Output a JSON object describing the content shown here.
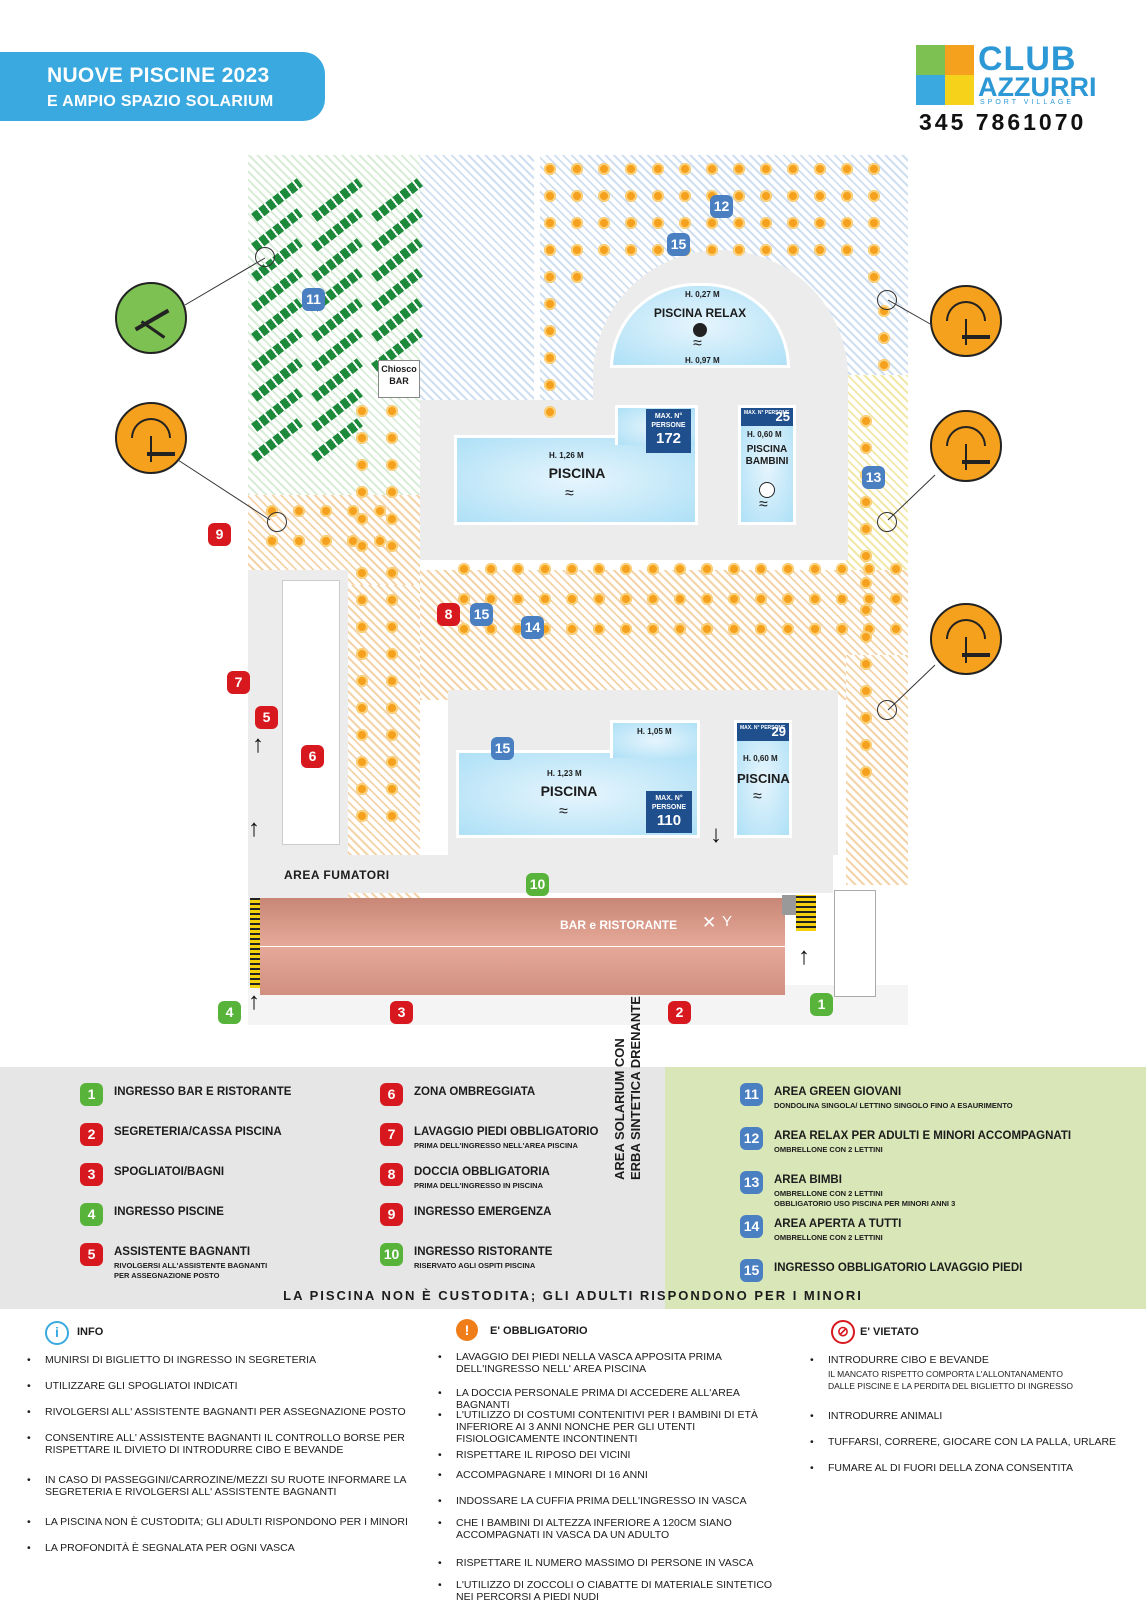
{
  "header": {
    "banner_line1": "NUOVE PISCINE 2023",
    "banner_line2": "E AMPIO SPAZIO SOLARIUM",
    "logo_club": "CLUB",
    "logo_azzurri": "AZZURRI",
    "logo_tagline": "SPORT VILLAGE",
    "phone": "345 7861070"
  },
  "colors": {
    "banner": "#3aa9df",
    "badge_red": "#d7191f",
    "badge_green": "#58b33a",
    "badge_blue": "#4a7fc1",
    "umbrella": "#f5a11d",
    "pool_water": "#aee0f6",
    "restaurant": "#e0a090"
  },
  "map": {
    "chiosco_label_1": "Chiosco",
    "chiosco_label_2": "BAR",
    "pool_relax": {
      "title": "PISCINA RELAX",
      "depth_top": "H. 0,27 M",
      "depth_bottom": "H. 0,97 M"
    },
    "pool_big": {
      "title": "PISCINA",
      "depth": "H. 1,26 M",
      "max_label": "MAX. N° PERSONE",
      "max": "172"
    },
    "pool_kids": {
      "title": "PISCINA BAMBINI",
      "depth": "H. 0,60 M",
      "max_label": "MAX. N° PERSONE",
      "max": "25"
    },
    "pool_lower": {
      "title": "PISCINA",
      "depth1": "H. 1,23 M",
      "depth2": "H. 1,05 M",
      "max_label": "MAX. N° PERSONE",
      "max": "110"
    },
    "pool_small": {
      "title": "PISCINA",
      "depth": "H. 0,60 M",
      "max_label": "MAX. N° PERSONE",
      "max": "29"
    },
    "area_fumatori": "AREA FUMATORI",
    "bar_ristorante": "BAR e RISTORANTE",
    "icons": [
      "deckchair-icon",
      "umbrella-lounger-icon",
      "fork-knife-icon",
      "wine-glass-icon",
      "wave-icon"
    ]
  },
  "legend": {
    "vertical_title_1": "AREA SOLARIUM CON",
    "vertical_title_2": "ERBA SINTETICA DRENANTE",
    "items": [
      {
        "num": "1",
        "title": "INGRESSO BAR E RISTORANTE",
        "sub": ""
      },
      {
        "num": "2",
        "title": "SEGRETERIA/CASSA PISCINA",
        "sub": ""
      },
      {
        "num": "3",
        "title": "SPOGLIATOI/BAGNI",
        "sub": ""
      },
      {
        "num": "4",
        "title": "INGRESSO PISCINE",
        "sub": ""
      },
      {
        "num": "5",
        "title": "ASSISTENTE BAGNANTI",
        "sub": "RIVOLGERSI ALL'ASSISTENTE BAGNANTI",
        "sub2": "PER ASSEGNAZIONE POSTO"
      },
      {
        "num": "6",
        "title": "ZONA OMBREGGIATA",
        "sub": ""
      },
      {
        "num": "7",
        "title": "LAVAGGIO PIEDI OBBLIGATORIO",
        "sub": "PRIMA DELL'INGRESSO NELL'AREA PISCINA"
      },
      {
        "num": "8",
        "title": "DOCCIA OBBLIGATORIA",
        "sub": "PRIMA DELL'INGRESSO IN PISCINA"
      },
      {
        "num": "9",
        "title": "INGRESSO EMERGENZA",
        "sub": ""
      },
      {
        "num": "10",
        "title": "INGRESSO RISTORANTE",
        "sub": "RISERVATO AGLI OSPITI PISCINA"
      },
      {
        "num": "11",
        "title": "AREA GREEN GIOVANI",
        "sub": "DONDOLINA SINGOLA/ LETTINO SINGOLO FINO A ESAURIMENTO"
      },
      {
        "num": "12",
        "title": "AREA RELAX PER ADULTI E MINORI ACCOMPAGNATI",
        "sub": "OMBRELLONE CON 2 LETTINI"
      },
      {
        "num": "13",
        "title": "AREA BIMBI",
        "sub": "OMBRELLONE CON 2 LETTINI",
        "sub2": "OBBLIGATORIO USO PISCINA PER MINORI ANNI 3"
      },
      {
        "num": "14",
        "title": "AREA APERTA A TUTTI",
        "sub": "OMBRELLONE CON 2 LETTINI"
      },
      {
        "num": "15",
        "title": "INGRESSO OBBLIGATORIO LAVAGGIO PIEDI",
        "sub": ""
      }
    ],
    "notice": "LA PISCINA NON È CUSTODITA; GLI ADULTI RISPONDONO PER I MINORI"
  },
  "info": {
    "title": "INFO",
    "items": [
      "MUNIRSI DI BIGLIETTO DI INGRESSO IN SEGRETERIA",
      "UTILIZZARE GLI SPOGLIATOI INDICATI",
      "RIVOLGERSI ALL' ASSISTENTE BAGNANTI PER ASSEGNAZIONE POSTO",
      "CONSENTIRE ALL' ASSISTENTE BAGNANTI IL CONTROLLO BORSE PER RISPETTARE IL DIVIETO DI INTRODURRE CIBO E BEVANDE",
      "IN CASO DI PASSEGGINI/CARROZINE/MEZZI SU RUOTE INFORMARE LA SEGRETERIA E RIVOLGERSI ALL' ASSISTENTE BAGNANTI",
      "LA PISCINA NON È CUSTODITA; GLI ADULTI RISPONDONO PER I MINORI",
      "LA PROFONDITÀ È SEGNALATA PER OGNI VASCA"
    ]
  },
  "obbligatorio": {
    "title": "E' OBBLIGATORIO",
    "items": [
      "LAVAGGIO DEI PIEDI NELLA VASCA APPOSITA PRIMA DELL'INGRESSO NELL' AREA PISCINA",
      "LA DOCCIA PERSONALE PRIMA DI ACCEDERE ALL'AREA BAGNANTI",
      "L'UTILIZZO DI COSTUMI CONTENITIVI PER I BAMBINI DI ETÀ INFERIORE AI 3 ANNI NONCHE PER GLI UTENTI FISIOLOGICAMENTE INCONTINENTI",
      "RISPETTARE IL RIPOSO DEI VICINI",
      "ACCOMPAGNARE I MINORI DI 16 ANNI",
      "INDOSSARE LA CUFFIA PRIMA DELL'INGRESSO IN VASCA",
      "CHE I BAMBINI DI ALTEZZA INFERIORE A 120CM SIANO ACCOMPAGNATI IN VASCA DA UN ADULTO",
      "RISPETTARE IL NUMERO MASSIMO DI PERSONE IN VASCA",
      "L'UTILIZZO DI ZOCCOLI O CIABATTE DI MATERIALE SINTETICO NEI PERCORSI A PIEDI NUDI"
    ]
  },
  "vietato": {
    "title": "E' VIETATO",
    "items": [
      "INTRODURRE CIBO E BEVANDE",
      "INTRODURRE ANIMALI",
      "TUFFARSI, CORRERE, GIOCARE CON LA PALLA, URLARE",
      "FUMARE AL DI FUORI DELLA ZONA CONSENTITA"
    ],
    "note_1": "IL MANCATO RISPETTO COMPORTA L'ALLONTANAMENTO",
    "note_2": "DALLE PISCINE E LA PERDITA DEL BIGLIETTO DI INGRESSO"
  }
}
